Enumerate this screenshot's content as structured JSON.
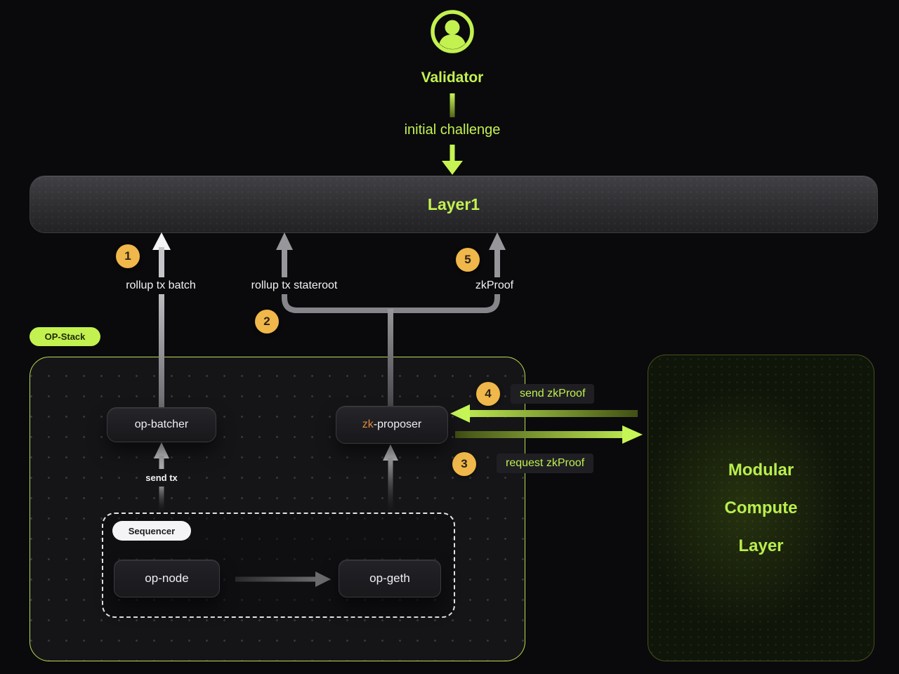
{
  "colors": {
    "accent_lime": "#c3f150",
    "badge_amber": "#f0b74a",
    "zk_prefix_orange": "#de8a3e",
    "line_gray": "#9a9a9e"
  },
  "validator": {
    "label": "Validator",
    "icon": "user-circle-icon"
  },
  "layer1": {
    "label": "Layer1"
  },
  "steps": [
    "1",
    "2",
    "3",
    "4",
    "5"
  ],
  "arrows": {
    "initial_challenge": "initial challenge",
    "rollup_tx_batch": "rollup tx batch",
    "rollup_tx_stateroot": "rollup tx stateroot",
    "zkproof": "zkProof",
    "send_zkproof": "send zkProof",
    "request_zkproof": "request zkProof",
    "send_tx": "send tx"
  },
  "op_stack": {
    "tag": "OP-Stack",
    "op_batcher": "op-batcher",
    "zk_proposer_prefix": "zk",
    "zk_proposer_rest": "-proposer",
    "sequencer": "Sequencer",
    "op_node": "op-node",
    "op_geth": "op-geth"
  },
  "modular": {
    "lines": [
      "Modular",
      "Compute",
      "Layer"
    ]
  }
}
